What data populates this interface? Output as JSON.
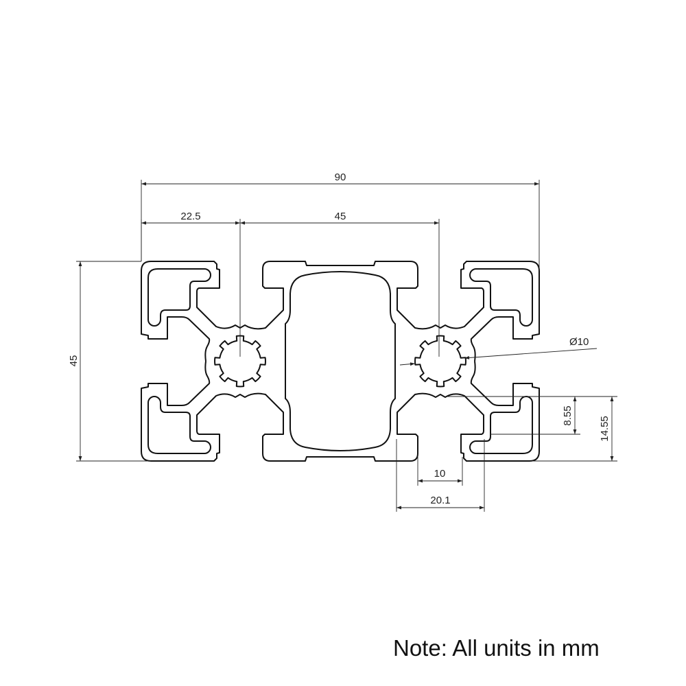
{
  "drawing": {
    "subject": "aluminium-extrusion-profile-45x90",
    "dimensions": {
      "overall_width": "90",
      "half_slot_offset": "22.5",
      "slot_pitch": "45",
      "overall_height": "45",
      "bore_diameter": "Ø10",
      "slot_depth_inner": "8.55",
      "slot_depth_outer": "14.55",
      "slot_opening": "10",
      "slot_width": "20.1"
    }
  },
  "note": "Note: All units in mm",
  "colors": {
    "line": "#111111",
    "background": "#ffffff"
  }
}
